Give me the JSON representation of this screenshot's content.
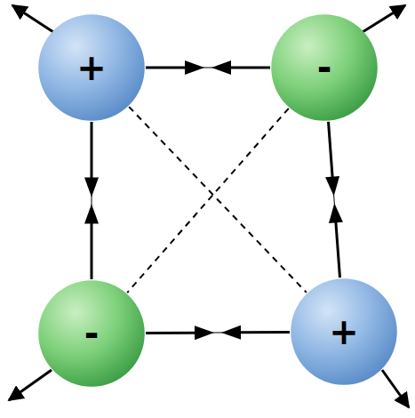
{
  "diagram": {
    "nodes": [
      {
        "text": [
          "+"
        ]
      },
      {
        "text": [
          "-"
        ]
      },
      {
        "text": [
          "-"
        ]
      },
      {
        "text": [
          "+"
        ]
      }
    ],
    "edges": [
      {
        "from": 0,
        "to": 1,
        "arrow": "both"
      },
      {
        "from": 0,
        "to": 2,
        "arrow": "both"
      },
      {
        "from": 1,
        "to": 3,
        "arrow": "both"
      },
      {
        "from": 2,
        "to": 3,
        "arrow": "both"
      },
      {
        "from": 0,
        "to": 3,
        "arrow": "none"
      },
      {
        "from": 1,
        "to": 2,
        "arrow": "none"
      }
    ]
  }
}
